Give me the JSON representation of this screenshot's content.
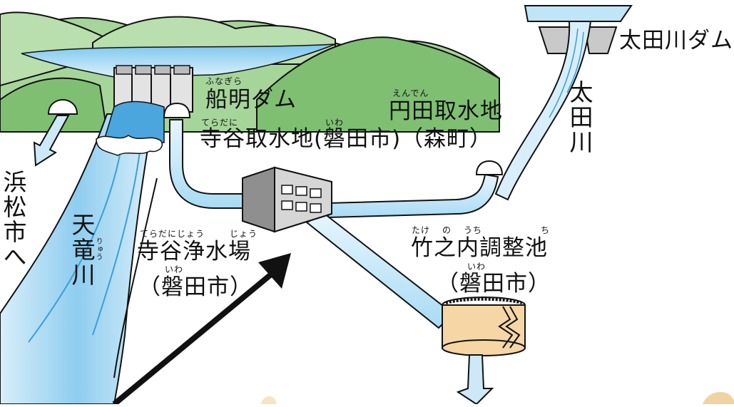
{
  "labels": {
    "funagira_dam": "船明ダム",
    "funagira_ruby": "ふなぎら",
    "teradani_intake": "寺谷取水地(磐田市)",
    "teradani_ruby": "てらだに",
    "teradani_iwa_ruby": "いわ",
    "enden_intake": "円田取水地",
    "enden_ruby": "えんでん",
    "enden_town": "（森町）",
    "ota_dam": "太田川ダム",
    "ota_river": "太田川",
    "hamamatsu": "浜松市へ",
    "tenryu_river": "天竜川",
    "tenryu_ruby": "りゅう",
    "plant_name": "寺谷浄水場",
    "plant_ruby_1": "てらだにじょう",
    "plant_ruby_2": "じょう",
    "plant_city": "（磐田市）",
    "plant_iwa_ruby": "いわ",
    "takenouchi_pond": "竹之内調整池",
    "takenouchi_ruby_1": "たけ",
    "takenouchi_ruby_2": "の",
    "takenouchi_ruby_3": "うち",
    "takenouchi_ruby_4": "ち",
    "takenouchi_city": "（磐田市）",
    "takenouchi_iwa_ruby": "いわ"
  },
  "colors": {
    "water_light": "#cde9f8",
    "water_mid": "#8fcdef",
    "water_deep": "#3a9fd8",
    "mountain": "#a6d59a",
    "mountain_dark": "#7fbf72",
    "tank": "#f6d6a5",
    "plant": "#a9a9a9",
    "outline": "#111111"
  }
}
